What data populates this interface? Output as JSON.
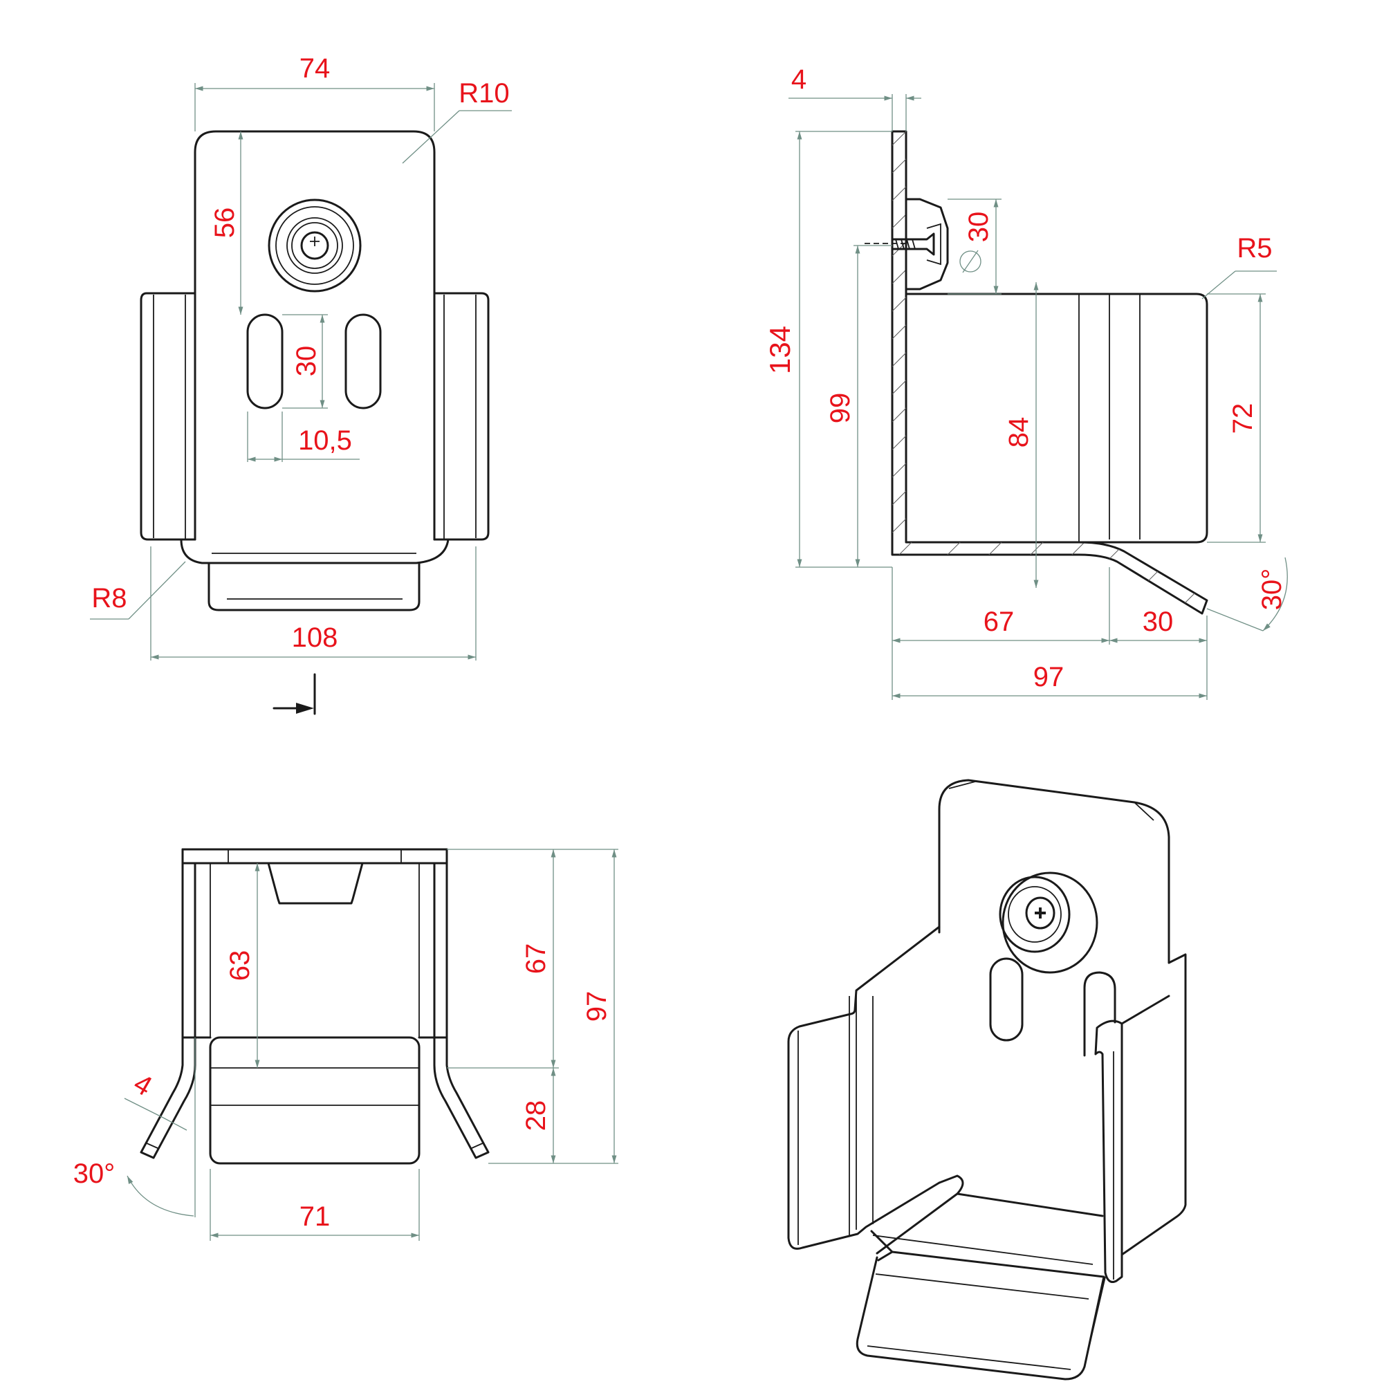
{
  "front_view": {
    "width_top": "74",
    "corner_radius": "R10",
    "height_to_slots": "56",
    "slot_length": "30",
    "slot_spacing": "10,5",
    "bend_radius": "R8",
    "overall_width": "108"
  },
  "side_view": {
    "thickness": "4",
    "overall_height": "134",
    "washer_diameter": "30",
    "corner_radius": "R5",
    "height_99": "99",
    "height_84": "84",
    "height_72": "72",
    "angle": "30°",
    "depth_67": "67",
    "lip_30": "30",
    "overall_depth": "97"
  },
  "bottom_view": {
    "dim_63": "63",
    "dim_67": "67",
    "dim_97": "97",
    "dim_28": "28",
    "thickness": "4",
    "angle": "30°",
    "inner_width": "71"
  }
}
